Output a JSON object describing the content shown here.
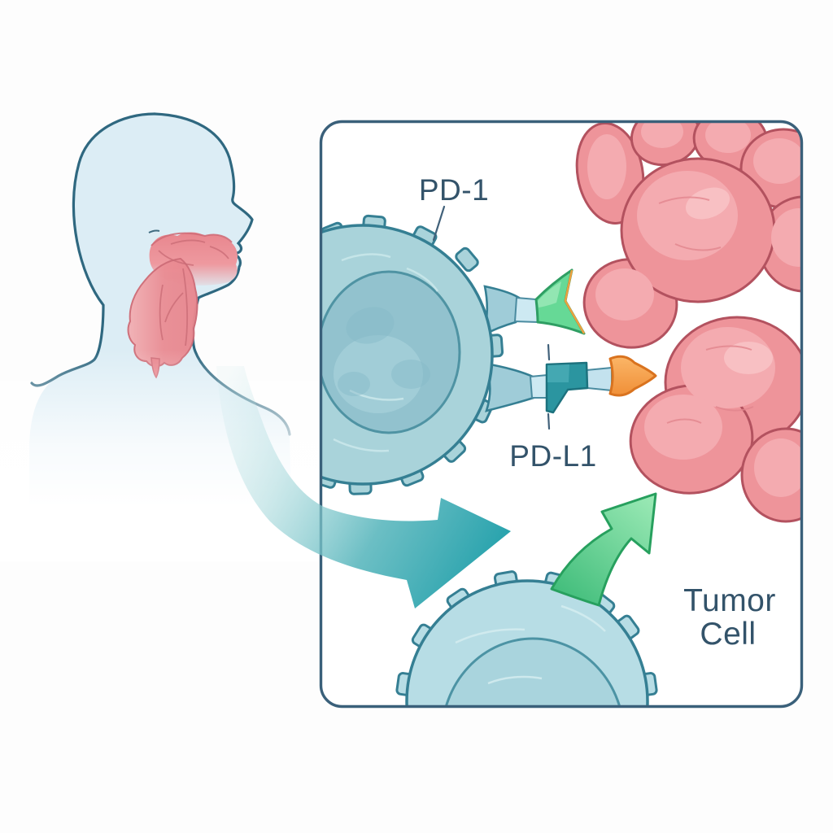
{
  "figure": {
    "labels": {
      "pd1": "PD-1",
      "pdl1": "PD-L1",
      "tumor_cell_line1": "Tumor",
      "tumor_cell_line2": "Cell"
    },
    "colors": {
      "background": "#fdfdfd",
      "panel_border": "#3a607a",
      "label_text": "#33536a",
      "head_fill": "#dcedf5",
      "head_outline": "#2f6880",
      "neck_tumor_pink": "#e8868e",
      "zoom_arrow_teal": "#2ba4ae",
      "t_cell_fill": "#a9d3da",
      "t_cell_outline": "#357f93",
      "t_cell_nucleus": "#92c2ce",
      "secondary_cell_fill": "#b7dde5",
      "tumor_lump_fill": "#ee949a",
      "tumor_lump_outline": "#b3525f",
      "pd1_receptor_green": "#66d996",
      "receptor_accent_orange": "#eda03f",
      "pdl1_flag_teal": "#2b95a0",
      "pdl1_arrow_orange": "#f5994a",
      "activation_arrow_green": "#53cc88",
      "stalk_light_blue": "#cde9f2"
    }
  }
}
